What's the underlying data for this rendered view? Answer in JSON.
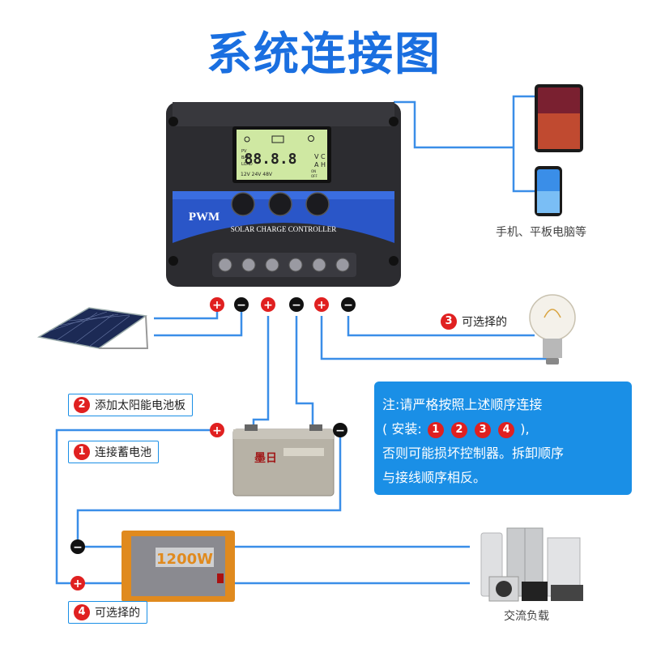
{
  "title": "系统连接图",
  "controller": {
    "brand_text": "PWM",
    "subtitle": "SOLAR CHARGE CONTROLLER",
    "lcd_digits": "88.8.8",
    "lcd_units_top": "V C",
    "lcd_units_bottom": "A H",
    "lcd_pv": "PV",
    "lcd_bat": "BAT",
    "lcd_load": "LOAD",
    "lcd_voltages": "12V 24V 48V",
    "lcd_on": "ON",
    "lcd_off": "OFF"
  },
  "devices_caption": "手机、平板电脑等",
  "ac_load_caption": "交流负载",
  "inverter_text": "1200W",
  "battery_brand": "墨日",
  "steps": {
    "step1": {
      "num": "1",
      "label": "连接蓄电池"
    },
    "step2": {
      "num": "2",
      "label": "添加太阳能电池板"
    },
    "step3": {
      "num": "3",
      "label": "可选择的"
    },
    "step4": {
      "num": "4",
      "label": "可选择的"
    }
  },
  "note": {
    "line1": "注:请严格按照上述顺序连接",
    "line2_prefix": "( 安装:",
    "line2_badges": [
      "1",
      "2",
      "3",
      "4"
    ],
    "line2_suffix": "),",
    "line3": "否则可能损坏控制器。拆卸顺序",
    "line4": "与接线顺序相反。"
  },
  "polarity": {
    "plus": "+",
    "minus": "−"
  },
  "colors": {
    "title_blue": "#1a6fe0",
    "wire_blue": "#3a8ee8",
    "note_bg": "#1a8fe6",
    "badge_red": "#e02020",
    "controller_body": "#2c2c30",
    "controller_blue": "#2a56c8"
  }
}
